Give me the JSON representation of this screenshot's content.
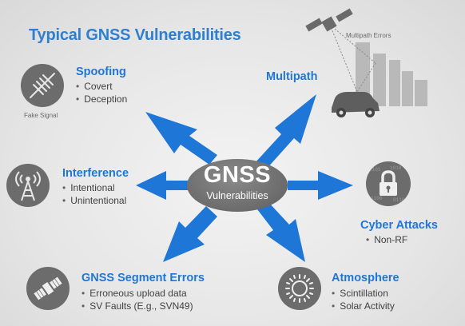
{
  "title": "Typical GNSS Vulnerabilities",
  "center": {
    "main": "GNSS",
    "sub": "Vulnerabilities"
  },
  "accent_color": "#1e77d6",
  "captions": {
    "fake_signal": "Fake Signal",
    "multipath_errors": "Multipath Errors"
  },
  "categories": {
    "spoofing": {
      "heading": "Spoofing",
      "items": [
        "Covert",
        "Deception"
      ],
      "icon": "antenna-icon"
    },
    "multipath": {
      "heading": "Multipath",
      "items": [],
      "icon": "satellite-car-city-icon"
    },
    "interference": {
      "heading": "Interference",
      "items": [
        "Intentional",
        "Unintentional"
      ],
      "icon": "radio-tower-icon"
    },
    "cyber": {
      "heading": "Cyber Attacks",
      "items": [
        "Non-RF"
      ],
      "icon": "lock-icon"
    },
    "segment": {
      "heading": "GNSS Segment Errors",
      "items": [
        "Erroneous upload data",
        "SV Faults (E.g., SVN49)"
      ],
      "icon": "satellite-icon"
    },
    "atmosphere": {
      "heading": "Atmosphere",
      "items": [
        "Scintillation",
        "Solar Activity"
      ],
      "icon": "sun-icon"
    }
  }
}
